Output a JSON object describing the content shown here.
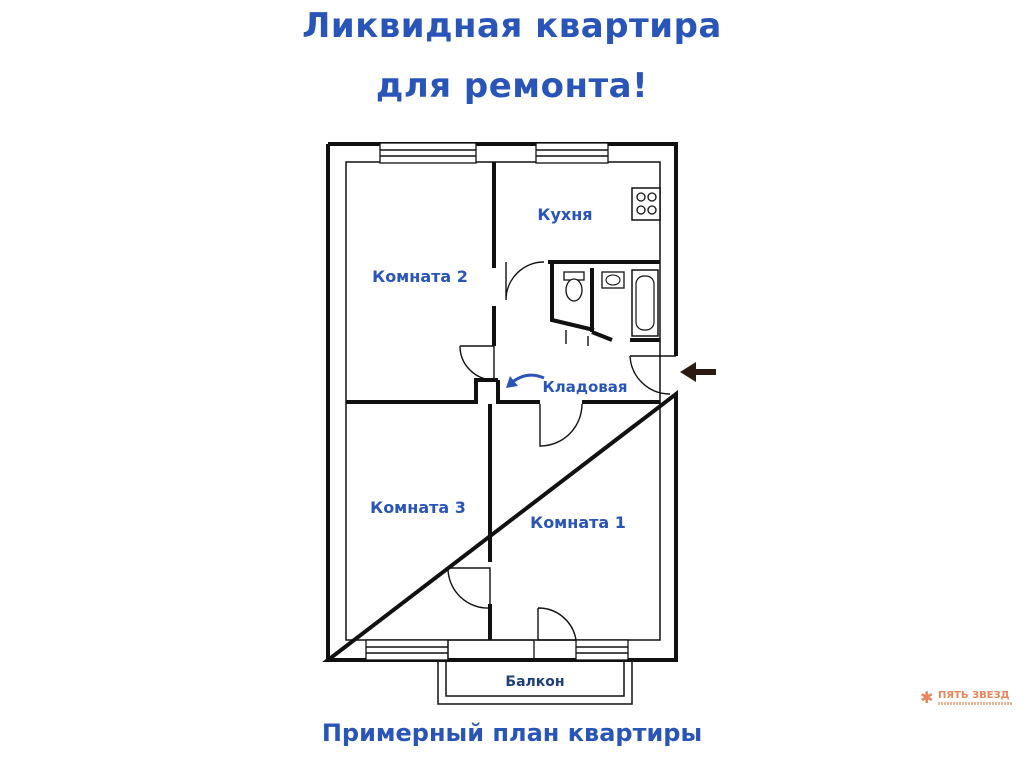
{
  "heading": {
    "line1": "Ликвидная квартира",
    "line2": "для ремонта!"
  },
  "plan": {
    "rooms": {
      "room2": "Комната 2",
      "kitchen": "Кухня",
      "storage": "Кладовая",
      "room3": "Комната 3",
      "room1": "Комната 1",
      "balcony": "Балкон"
    },
    "icons": [
      "stove-icon",
      "toilet-icon",
      "sink-icon",
      "bathtub-icon",
      "entrance-arrow-icon",
      "storage-arrow-icon"
    ]
  },
  "footer": {
    "caption": "Примерный план квартиры"
  },
  "logo": {
    "name": "ПЯТЬ ЗВЕЗД"
  },
  "colors": {
    "accent": "#2a55b8",
    "wall": "#111111",
    "logo": "#e8855a"
  }
}
